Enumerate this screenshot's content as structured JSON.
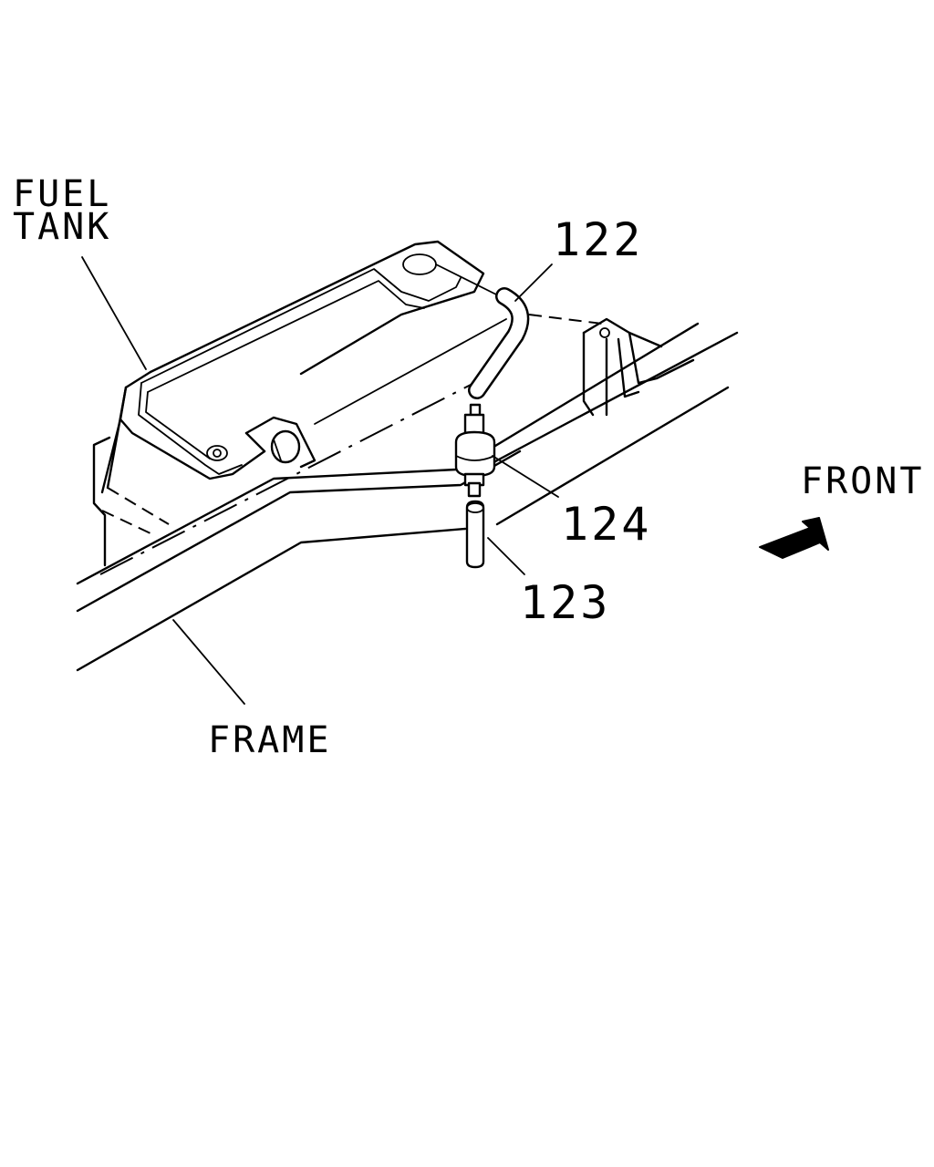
{
  "labels": {
    "fuel_tank_line1": "FUEL",
    "fuel_tank_line2": "TANK",
    "frame": "FRAME",
    "front": "FRONT",
    "part_122": "122",
    "part_123": "123",
    "part_124": "124"
  },
  "icons": {
    "front_arrow": "front-direction-arrow-icon"
  },
  "colors": {
    "ink": "#000000",
    "background": "#ffffff"
  }
}
